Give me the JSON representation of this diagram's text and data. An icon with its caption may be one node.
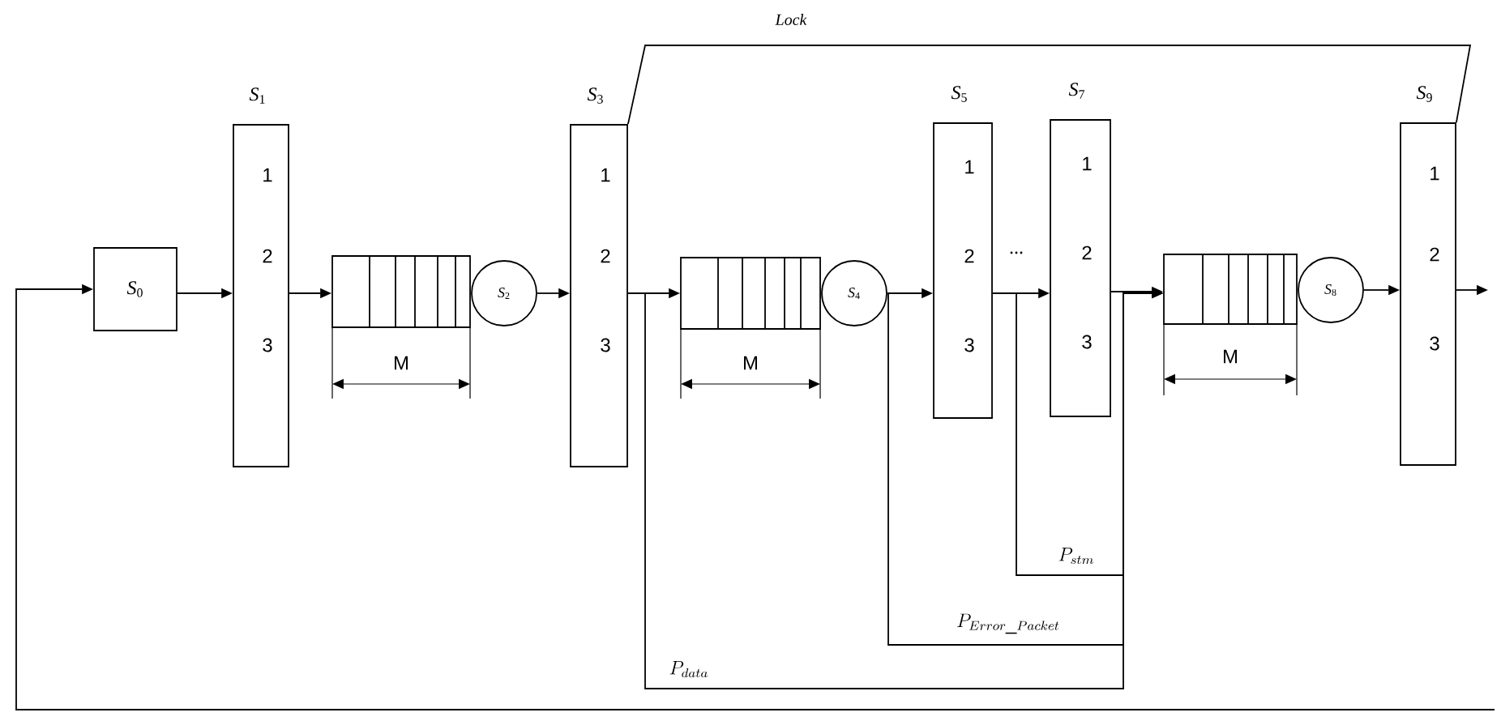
{
  "diagram": {
    "nodes": [
      {
        "text": [
          "*S*$_{0}$"
        ]
      },
      {
        "text": [
          "*S*$_{1}$",
          "1",
          "2",
          "3"
        ]
      },
      {
        "text": [],
        "shape": "box"
      },
      {
        "text": [
          "*S*$_{2}$"
        ]
      },
      {
        "text": [
          "*S*$_{3}$",
          "1",
          "2",
          "3"
        ]
      },
      {
        "text": [],
        "shape": "box"
      },
      {
        "text": [
          "*S*$_{4}$"
        ]
      },
      {
        "text": [
          "*S*$_{5}$",
          "1",
          "2",
          "3"
        ]
      },
      {
        "text": [
          "*S*$_{7}$",
          "1",
          "2",
          "3"
        ]
      },
      {
        "text": [],
        "shape": "box"
      },
      {
        "text": [
          "*S*$_{8}$"
        ]
      },
      {
        "text": [
          "*S*$_{9}$",
          "1",
          "2",
          "3"
        ]
      }
    ],
    "edges": [
      {
        "from": null,
        "to": 0,
        "arrow": "to"
      },
      {
        "from": 0,
        "to": 1,
        "arrow": "to"
      },
      {
        "from": 1,
        "to": 2,
        "arrow": "to"
      },
      {
        "from": 3,
        "to": 4,
        "arrow": "to"
      },
      {
        "from": 4,
        "to": 5,
        "arrow": "to"
      },
      {
        "from": 6,
        "to": 7,
        "arrow": "to"
      },
      {
        "from": 7,
        "to": 8,
        "arrow": "to",
        "label": "..."
      },
      {
        "from": 8,
        "to": 9,
        "arrow": "to"
      },
      {
        "from": 10,
        "to": 11,
        "arrow": "to"
      },
      {
        "from": 11,
        "to": null,
        "arrow": "to"
      },
      {
        "from": 4,
        "to": 9,
        "arrow": "to",
        "label": "P_{data}"
      },
      {
        "from": 6,
        "to": 9,
        "arrow": "to",
        "label": "P_{Error\\_Packet}"
      },
      {
        "from": 7,
        "to": 9,
        "arrow": "to",
        "label": "P_{stm}"
      },
      {
        "from": 4,
        "to": 11,
        "arrow": "none",
        "label": "Lock"
      }
    ],
    "labels": [
      "M",
      "M",
      "M"
    ]
  }
}
